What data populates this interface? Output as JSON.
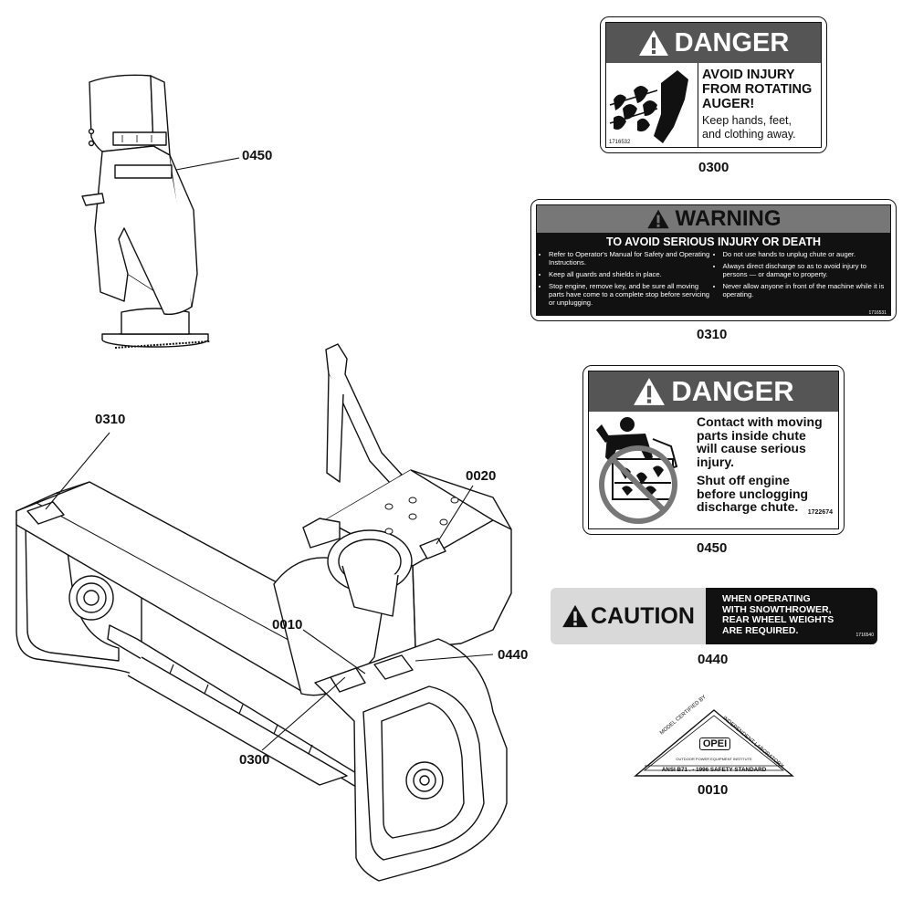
{
  "callouts": {
    "c0450_top": "0450",
    "c0310_left": "0310",
    "c0020": "0020",
    "c0010_left": "0010",
    "c0440_left": "0440",
    "c0300_left": "0300",
    "c0300_right": "0300",
    "c0310_right": "0310",
    "c0450_right": "0450",
    "c0440_right": "0440",
    "c0010_right": "0010"
  },
  "decal_0300": {
    "header": "DANGER",
    "title_1": "AVOID INJURY",
    "title_2": "FROM ROTATING",
    "title_3": "AUGER!",
    "body_1": "Keep hands, feet,",
    "body_2": "and clothing away.",
    "part_no": "1716532"
  },
  "decal_0310": {
    "header": "WARNING",
    "subheader": "TO AVOID SERIOUS INJURY OR DEATH",
    "left_items": [
      "Refer to Operator's Manual for Safety and Operating Instructions.",
      "Keep all guards and shields in place.",
      "Stop engine, remove key, and be sure all moving parts have come to a complete stop before servicing or unplugging."
    ],
    "right_items": [
      "Do not use hands to unplug chute or auger.",
      "Always direct discharge so as to avoid injury to persons — or damage to property.",
      "Never allow anyone in front of the machine while it is operating."
    ],
    "part_no": "1716531"
  },
  "decal_0450": {
    "header": "DANGER",
    "line_1": "Contact with moving",
    "line_2": "parts inside chute",
    "line_3": "will cause serious",
    "line_4": "injury.",
    "line_5": "Shut off engine",
    "line_6": "before unclogging",
    "line_7": "discharge chute.",
    "part_no": "1722674"
  },
  "decal_0440": {
    "label": "CAUTION",
    "line_1": "WHEN OPERATING",
    "line_2": "WITH SNOWTHROWER,",
    "line_3": "REAR  WHEEL WEIGHTS",
    "line_4": "ARE REQUIRED.",
    "part_no": "1716540"
  },
  "decal_0010": {
    "arc_left": "MODEL CERTIFIED BY",
    "arc_right": "INDEPENDENT LABORATORY",
    "logo": "OPEI",
    "institute": "OUTDOOR POWER EQUIPMENT INSTITUTE",
    "standard": "ANSI B71 . - 1996  SAFETY STANDARD"
  },
  "colors": {
    "header_gray": "#555555",
    "caution_black": "#111111",
    "caution_gray": "#d9d9d9"
  }
}
